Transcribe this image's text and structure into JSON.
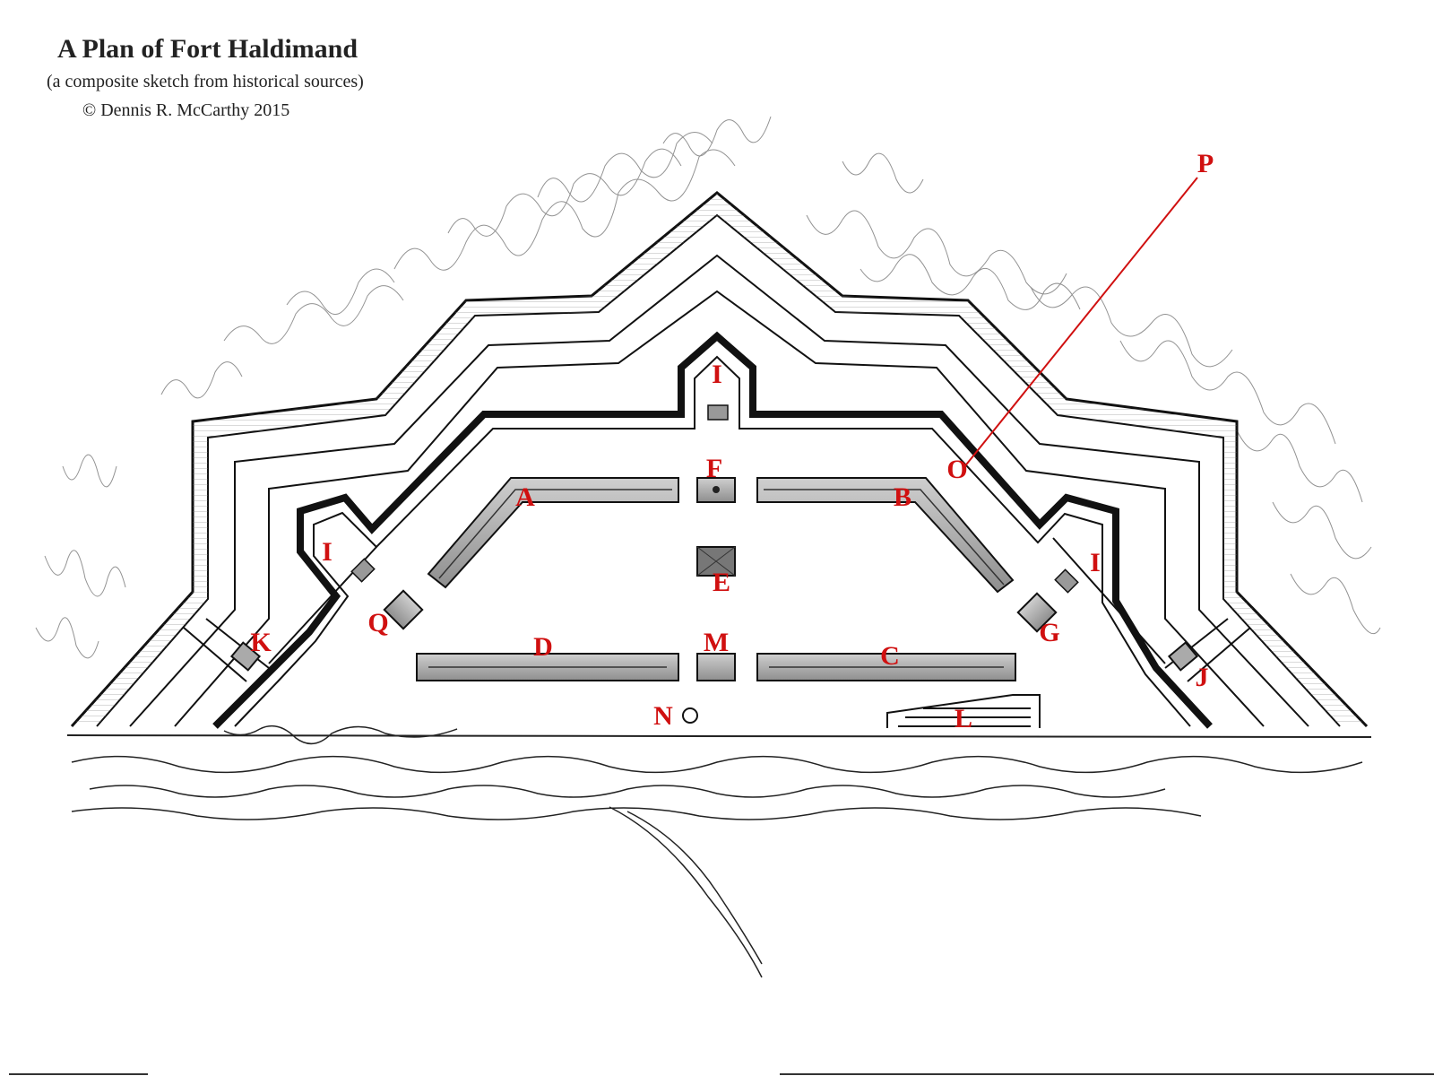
{
  "header": {
    "title": "A Plan of Fort Haldimand",
    "subtitle": "(a composite sketch from historical sources)",
    "credit": "© Dennis R. McCarthy 2015"
  },
  "colors": {
    "ink": "#111111",
    "building_fill": "#9a9a9a",
    "building_roof": "#c4c4c4",
    "label": "#d01010",
    "hatch": "#555555"
  },
  "labels": {
    "A": "A",
    "B": "B",
    "C": "C",
    "D": "D",
    "E": "E",
    "F": "F",
    "G": "G",
    "I": "I",
    "J": "J",
    "K": "K",
    "L": "L",
    "M": "M",
    "N": "N",
    "O": "O",
    "P": "P",
    "Q": "Q"
  }
}
